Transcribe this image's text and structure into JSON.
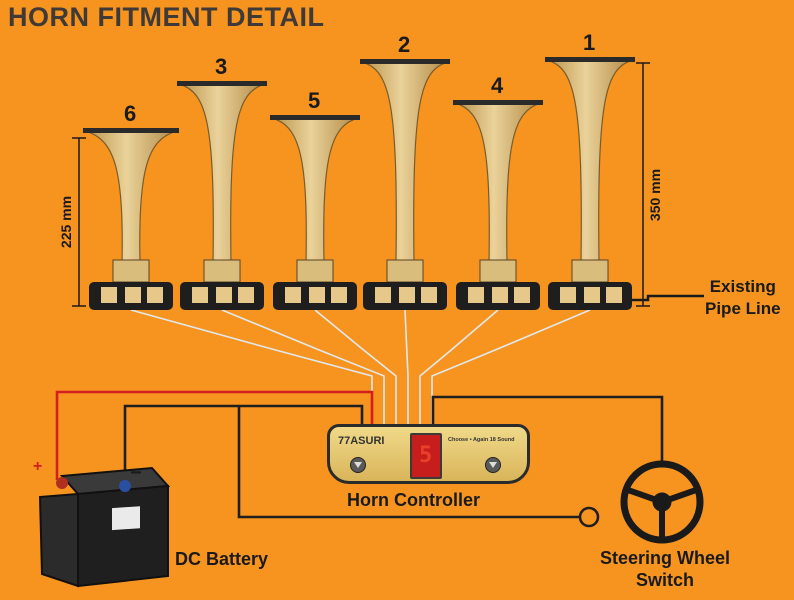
{
  "title": "HORN FITMENT DETAIL",
  "horns": [
    {
      "number": "6"
    },
    {
      "number": "3"
    },
    {
      "number": "5"
    },
    {
      "number": "2"
    },
    {
      "number": "4"
    },
    {
      "number": "1"
    }
  ],
  "dimensions": {
    "short": "225 mm",
    "tall": "350 mm"
  },
  "labels": {
    "existing_pipe": "Existing\nPipe Line",
    "horn_controller": "Horn Controller",
    "dc_battery": "DC Battery",
    "steering_switch": "Steering Wheel\nSwitch",
    "plus": "+",
    "minus": "−"
  },
  "controller": {
    "brand": "77ASURI",
    "display_digit": "5",
    "panel_text": "Choose • Again 18 Sound"
  },
  "colors": {
    "background": "#f7941f",
    "horn_body": "#d6b56f",
    "positive_wire": "#d21f1f",
    "wire": "#1f1f1f",
    "pipe_line": "#dfe8ef"
  }
}
